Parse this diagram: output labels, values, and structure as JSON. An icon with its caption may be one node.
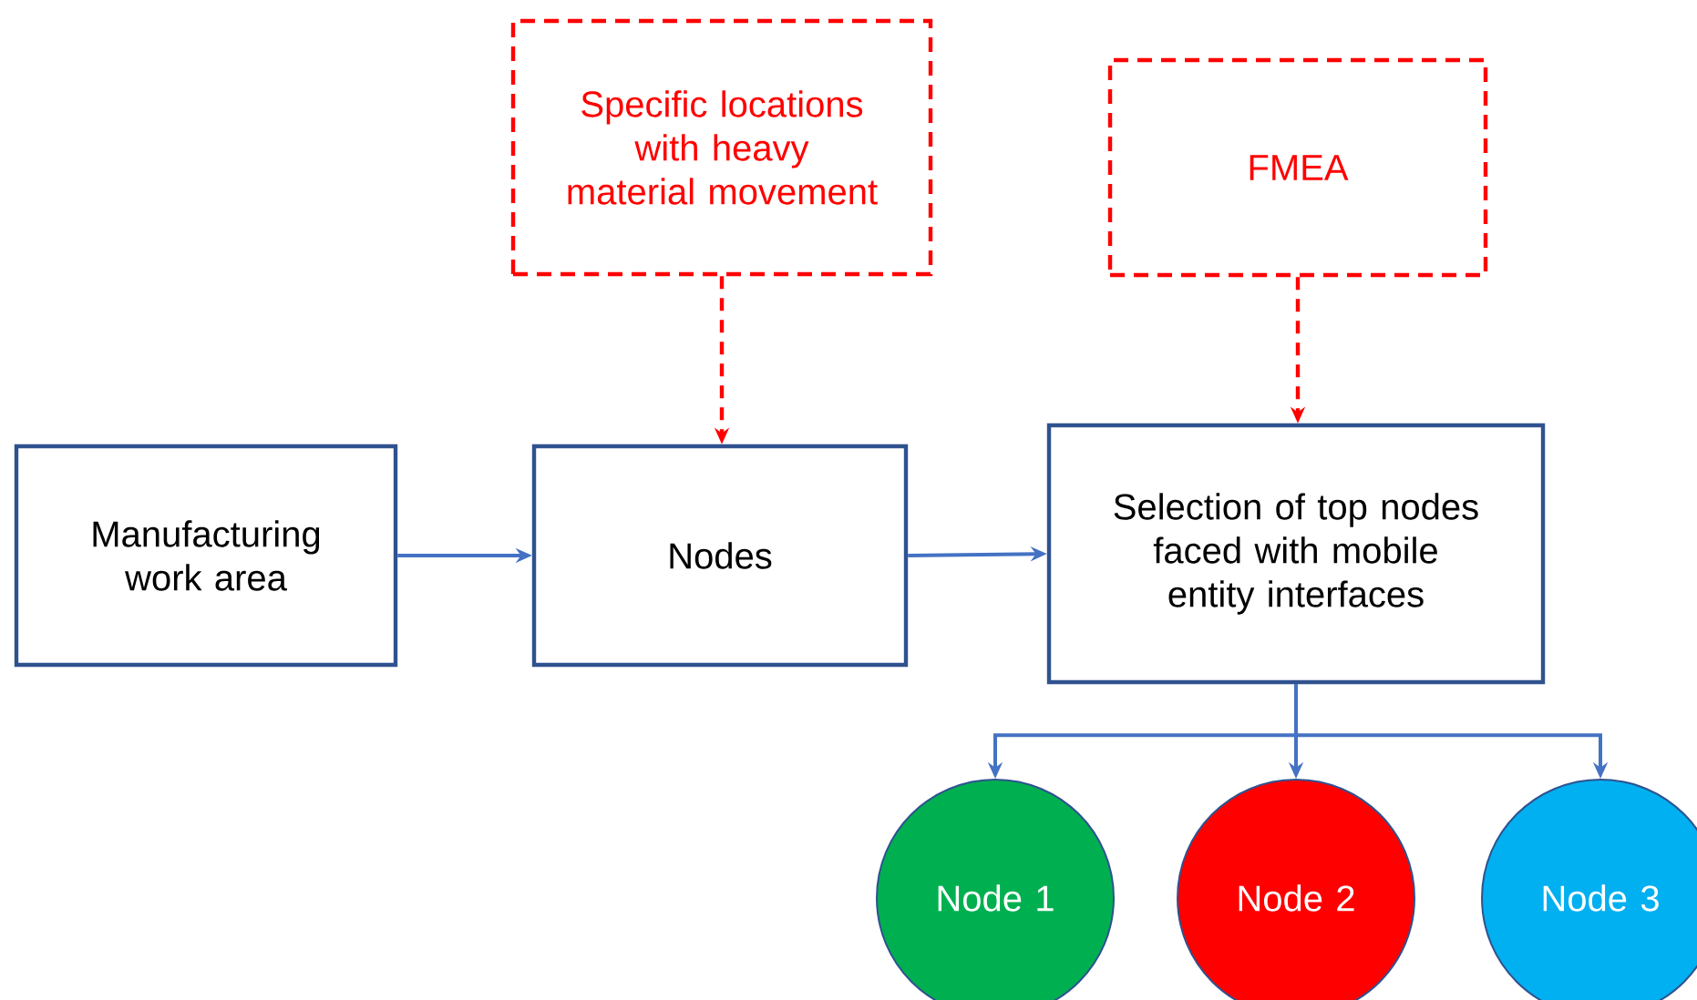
{
  "diagram": {
    "nodes": [
      {
        "text": [
          "Manufacturing work area"
        ]
      },
      {
        "text": [
          "Nodes"
        ]
      },
      {
        "text": [
          "Selection of top nodes faced with mobile entity interfaces"
        ]
      },
      {
        "text": [
          "Specific locations with heavy material movement"
        ]
      },
      {
        "text": [
          "FMEA"
        ]
      },
      {
        "text": [
          "Node 1"
        ]
      },
      {
        "text": [
          "Node 2"
        ]
      },
      {
        "text": [
          "Node 3"
        ]
      }
    ],
    "edges": [
      {
        "from": 0,
        "to": 1,
        "arrow": "to"
      },
      {
        "from": 1,
        "to": 2,
        "arrow": "to"
      },
      {
        "from": 3,
        "to": 1,
        "arrow": "to",
        "style": "dashed",
        "color": "#ff0000"
      },
      {
        "from": 4,
        "to": 2,
        "arrow": "to",
        "style": "dashed",
        "color": "#ff0000"
      },
      {
        "from": 2,
        "to": 5,
        "arrow": "to"
      },
      {
        "from": 2,
        "to": 6,
        "arrow": "to"
      },
      {
        "from": 2,
        "to": 7,
        "arrow": "to"
      }
    ]
  }
}
